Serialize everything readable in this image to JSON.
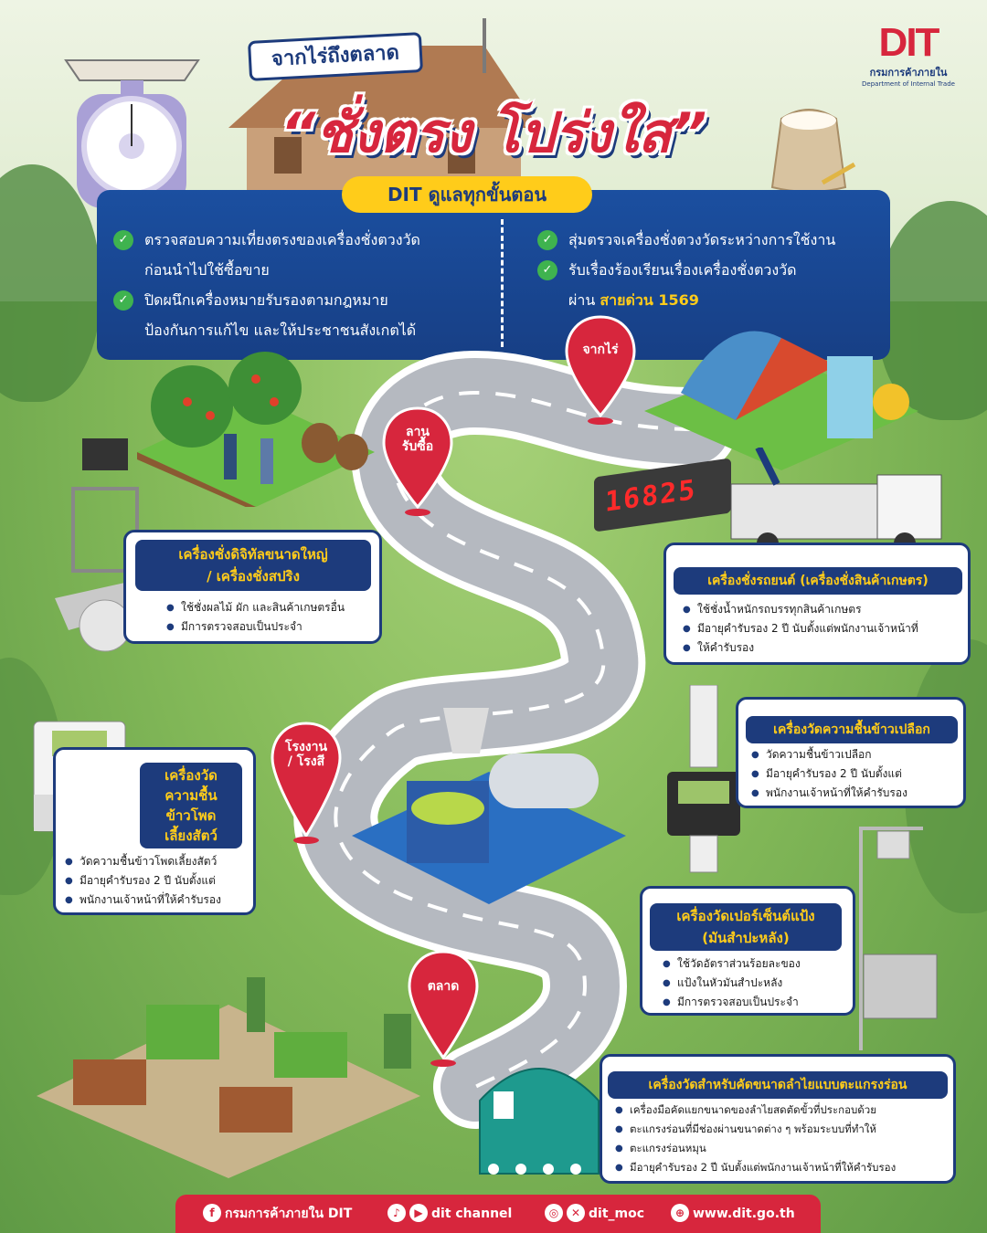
{
  "brand": {
    "logo_text": "DIT",
    "logo_th": "กรมการค้าภายใน",
    "logo_en": "Department of Internal Trade"
  },
  "header": {
    "subtitle": "จากไร่ถึงตลาด",
    "title": "“ชั่งตรง โปร่งใส”"
  },
  "info": {
    "heading": "DIT ดูแลทุกขั้นตอน",
    "left": [
      {
        "line1": "ตรวจสอบความเที่ยงตรงของเครื่องชั่งตวงวัด",
        "line2": "ก่อนนำไปใช้ซื้อขาย"
      },
      {
        "line1": "ปิดผนึกเครื่องหมายรับรองตามกฎหมาย",
        "line2": "ป้องกันการแก้ไข และให้ประชาชนสังเกตได้"
      }
    ],
    "right": [
      {
        "line1": "สุ่มตรวจเครื่องชั่งตวงวัดระหว่างการใช้งาน"
      },
      {
        "line1": "รับเรื่องร้องเรียนเรื่องเครื่องชั่งตวงวัด",
        "line2_prefix": "ผ่าน",
        "line2_highlight": "สายด่วน 1569"
      }
    ]
  },
  "pins": {
    "farm": "จากไร่",
    "yard_l1": "ลาน",
    "yard_l2": "รับซื้อ",
    "factory_l1": "โรงงาน",
    "factory_l2": "/ โรงสี",
    "market": "ตลาด"
  },
  "display_value": "16825",
  "cards": {
    "digital_scale": {
      "title_l1": "เครื่องชั่งดิจิทัลขนาดใหญ่",
      "title_l2": "/ เครื่องชั่งสปริง",
      "items": [
        "ใช้ชั่งผลไม้ ผัก และสินค้าเกษตรอื่น",
        "มีการตรวจสอบเป็นประจำ"
      ]
    },
    "truck_scale": {
      "title": "เครื่องชั่งรถยนต์ (เครื่องชั่งสินค้าเกษตร)",
      "items": [
        "ใช้ชั่งน้ำหนักรถบรรทุกสินค้าเกษตร",
        "มีอายุคำรับรอง 2 ปี นับตั้งแต่พนักงานเจ้าหน้าที่",
        "ให้คำรับรอง"
      ]
    },
    "paddy_moisture": {
      "title": "เครื่องวัดความชื้นข้าวเปลือก",
      "items": [
        "วัดความชื้นข้าวเปลือก",
        "มีอายุคำรับรอง 2 ปี นับตั้งแต่",
        "พนักงานเจ้าหน้าที่ให้คำรับรอง"
      ]
    },
    "corn_moisture": {
      "title_l1": "เครื่องวัด",
      "title_l2": "ความชื้น",
      "title_l3": "ข้าวโพด",
      "title_l4": "เลี้ยงสัตว์",
      "items": [
        "วัดความชื้นข้าวโพดเลี้ยงสัตว์",
        "มีอายุคำรับรอง 2 ปี นับตั้งแต่",
        "พนักงานเจ้าหน้าที่ให้คำรับรอง"
      ]
    },
    "starch": {
      "title_l1": "เครื่องวัดเปอร์เซ็นต์แป้ง",
      "title_l2": "(มันสำปะหลัง)",
      "items": [
        "ใช้วัดอัตราส่วนร้อยละของ",
        "แป้งในหัวมันสำปะหลัง",
        "มีการตรวจสอบเป็นประจำ"
      ]
    },
    "longan": {
      "title": "เครื่องวัดสำหรับคัดขนาดลำไยแบบตะแกรงร่อน",
      "items": [
        "เครื่องมือคัดแยกขนาดของลำไยสดตัดขั้วที่ประกอบด้วย",
        "ตะแกรงร่อนที่มีช่องผ่านขนาดต่าง ๆ พร้อมระบบที่ทำให้",
        "ตะแกรงร่อนหมุน",
        "มีอายุคำรับรอง 2 ปี นับตั้งแต่พนักงานเจ้าหน้าที่ให้คำรับรอง"
      ]
    }
  },
  "footer": {
    "facebook": "กรมการค้าภายใน DIT",
    "youtube": "dit channel",
    "social": "dit_moc",
    "web": "www.dit.go.th"
  },
  "colors": {
    "navy": "#1d3b7c",
    "red": "#d7263d",
    "yellow": "#ffcc1a",
    "green": "#3fb34f"
  }
}
